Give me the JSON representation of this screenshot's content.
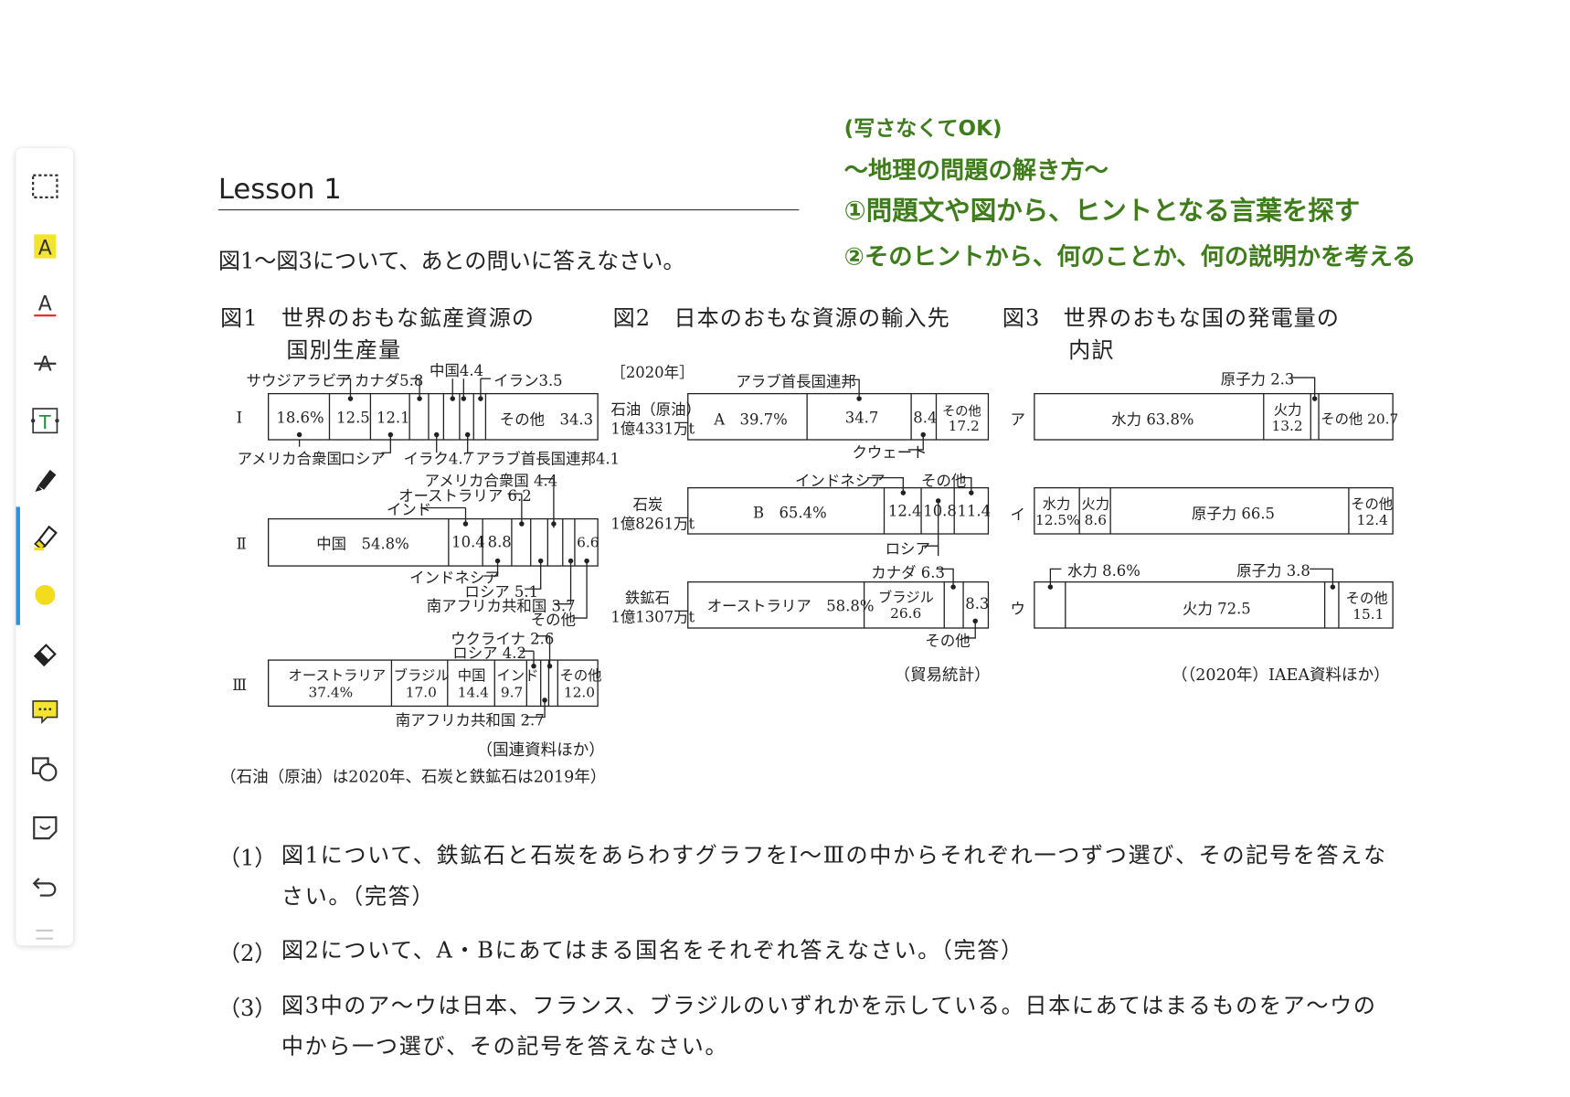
{
  "toolbar": {
    "tools": [
      {
        "name": "lasso-select-icon"
      },
      {
        "name": "highlight-text-icon"
      },
      {
        "name": "underline-text-icon"
      },
      {
        "name": "strikethrough-text-icon"
      },
      {
        "name": "text-box-icon"
      },
      {
        "name": "pen-icon"
      },
      {
        "name": "highlighter-icon",
        "active": true
      },
      {
        "name": "color-swatch-icon",
        "color": "#f2dc1c"
      },
      {
        "name": "eraser-icon"
      },
      {
        "name": "comment-icon"
      },
      {
        "name": "shape-icon"
      },
      {
        "name": "sticker-icon"
      },
      {
        "name": "undo-icon"
      }
    ]
  },
  "lesson": {
    "title": "Lesson 1"
  },
  "instruction": "図1～図3について、あとの問いに答えなさい。",
  "handwriting": {
    "line1": "(写さなくてOK)",
    "line2": "～地理の問題の解き方～",
    "line3": "①問題文や図から、ヒントとなる言葉を探す",
    "line4": "②そのヒントから、何のことか、何の説明かを考える",
    "color": "#3f7d1c"
  },
  "fig1": {
    "title_line1": "図1　世界のおもな鉱産資源の",
    "title_line2": "国別生産量",
    "source": "（国連資料ほか）",
    "note": "（石油（原油）は2020年、石炭と鉄鉱石は2019年）",
    "rows": [
      {
        "label": "Ⅰ",
        "cells": [
          "18.6%",
          "12.5",
          "12.1",
          "",
          "",
          "",
          "",
          "その他　34.3"
        ],
        "top_labels": [
          "サウジアラビア",
          "カナダ5.8",
          "中国4.4",
          "イラン3.5"
        ],
        "bottom_labels": [
          "アメリカ合衆国",
          "ロシア",
          "イラク4.7",
          "アラブ首長国連邦4.1"
        ]
      },
      {
        "label": "Ⅱ",
        "cells": [
          "中国　54.8%",
          "10.4",
          "8.8",
          "",
          "",
          "",
          "6.6"
        ],
        "top_labels": [
          "アメリカ合衆国 4.4",
          "オーストラリア 6.2",
          "インド"
        ],
        "bottom_labels": [
          "インドネシア",
          "ロシア 5.1",
          "南アフリカ共和国 3.7",
          "その他"
        ]
      },
      {
        "label": "Ⅲ",
        "cells": [
          "オーストラリア",
          "37.4%",
          "ブラジル",
          "17.0",
          "中国",
          "14.4",
          "インド",
          "9.7",
          "その他",
          "12.0"
        ],
        "top_labels": [
          "ウクライナ 2.6",
          "ロシア 4.2"
        ],
        "bottom_labels": [
          "南アフリカ共和国 2.7"
        ]
      }
    ]
  },
  "fig2": {
    "title": "図2　日本のおもな資源の輸入先",
    "year": "［2020年］",
    "source": "（貿易統計）",
    "rows": [
      {
        "name_line1": "石油（原油）",
        "name_line2": "1億4331万t",
        "cells": [
          "A　39.7%",
          "34.7",
          "8.4",
          "その他",
          "17.2"
        ],
        "top_label": "アラブ首長国連邦",
        "bottom_label": "クウェート"
      },
      {
        "name_line1": "石炭",
        "name_line2": "1億8261万t",
        "cells": [
          "B　65.4%",
          "12.4",
          "10.8",
          "11.4"
        ],
        "top_labels": [
          "インドネシア",
          "その他"
        ],
        "bottom_label": "ロシア"
      },
      {
        "name_line1": "鉄鉱石",
        "name_line2": "1億1307万t",
        "cells": [
          "オーストラリア　58.8%",
          "ブラジル",
          "26.6",
          "8.3"
        ],
        "top_label": "カナダ 6.3",
        "bottom_label": "その他"
      }
    ]
  },
  "fig3": {
    "title_line1": "図3　世界のおもな国の発電量の",
    "title_line2": "内訳",
    "source": "（（2020年）IAEA資料ほか）",
    "rows": [
      {
        "label": "ア",
        "cells": [
          "水力 63.8%",
          "火力",
          "13.2",
          "その他 20.7"
        ],
        "top_label": "原子力 2.3"
      },
      {
        "label": "イ",
        "cells": [
          "水力",
          "12.5%",
          "火力",
          "8.6",
          "原子力 66.5",
          "その他",
          "12.4"
        ]
      },
      {
        "label": "ウ",
        "cells": [
          "火力 72.5",
          "その他",
          "15.1"
        ],
        "top_labels": [
          "水力 8.6%",
          "原子力 3.8"
        ]
      }
    ]
  },
  "questions": [
    {
      "num": "（1）",
      "text": "図1について、鉄鉱石と石炭をあらわすグラフをⅠ～Ⅲの中からそれぞれ一つずつ選び、その記号を答えなさい。（完答）"
    },
    {
      "num": "（2）",
      "text": "図2について、A・Bにあてはまる国名をそれぞれ答えなさい。（完答）"
    },
    {
      "num": "（3）",
      "text": "図3中のア～ウは日本、フランス、ブラジルのいずれかを示している。日本にあてはまるものをア～ウの中から一つ選び、その記号を答えなさい。"
    }
  ]
}
